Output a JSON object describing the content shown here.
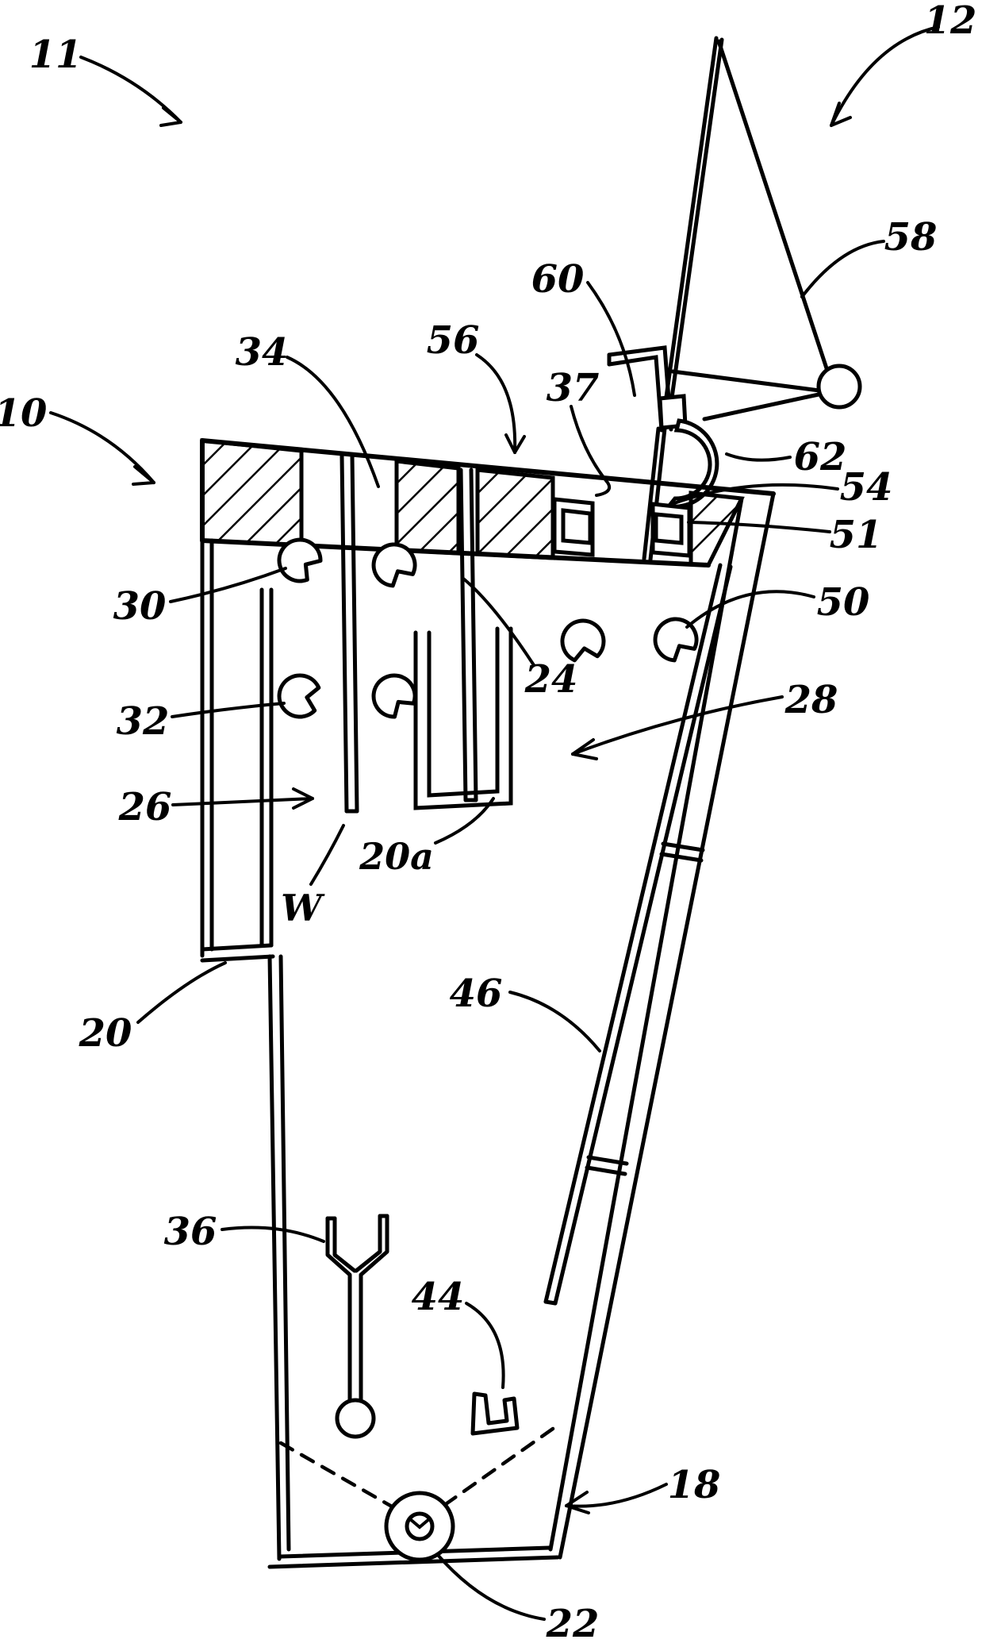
{
  "figure": {
    "kind": "patent-line-drawing",
    "description": "Side sectional view of a tapered golf-bag-like caddy body with hatched top flange, internal tubes, ball clips, flag assembly with ball and hook, divot tool and bottom pivot",
    "colors": {
      "ink": "#000000",
      "background": "#ffffff"
    }
  },
  "labels": {
    "n10": "10",
    "n11": "11",
    "n12": "12",
    "n18": "18",
    "n20": "20",
    "n20a": "20a",
    "n22": "22",
    "n24": "24",
    "n26": "26",
    "n28": "28",
    "n30": "30",
    "n32": "32",
    "n34": "34",
    "n36": "36",
    "n37": "37",
    "n44": "44",
    "n46": "46",
    "n50": "50",
    "n51": "51",
    "n54": "54",
    "n56": "56",
    "n58": "58",
    "n60": "60",
    "n62": "62",
    "w": "W"
  }
}
